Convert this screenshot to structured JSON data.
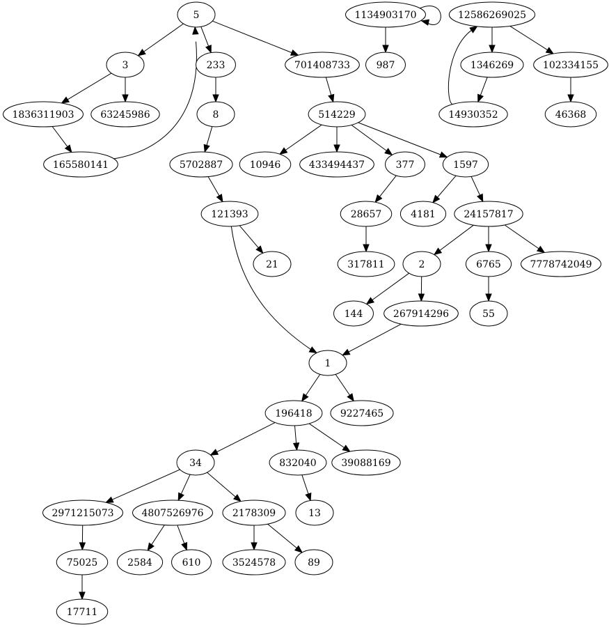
{
  "graph": {
    "directed": true,
    "nodes": [
      {
        "id": "n5",
        "label": "5"
      },
      {
        "id": "n3",
        "label": "3"
      },
      {
        "id": "n233",
        "label": "233"
      },
      {
        "id": "n701408733",
        "label": "701408733"
      },
      {
        "id": "n1836311903",
        "label": "1836311903"
      },
      {
        "id": "n63245986",
        "label": "63245986"
      },
      {
        "id": "n165580141",
        "label": "165580141"
      },
      {
        "id": "n8",
        "label": "8"
      },
      {
        "id": "n5702887",
        "label": "5702887"
      },
      {
        "id": "n121393",
        "label": "121393"
      },
      {
        "id": "n21",
        "label": "21"
      },
      {
        "id": "n514229",
        "label": "514229"
      },
      {
        "id": "n10946",
        "label": "10946"
      },
      {
        "id": "n433494437",
        "label": "433494437"
      },
      {
        "id": "n377",
        "label": "377"
      },
      {
        "id": "n1597",
        "label": "1597"
      },
      {
        "id": "n28657",
        "label": "28657"
      },
      {
        "id": "n317811",
        "label": "317811"
      },
      {
        "id": "n4181",
        "label": "4181"
      },
      {
        "id": "n24157817",
        "label": "24157817"
      },
      {
        "id": "n2",
        "label": "2"
      },
      {
        "id": "n6765",
        "label": "6765"
      },
      {
        "id": "n7778742049",
        "label": "7778742049"
      },
      {
        "id": "n144",
        "label": "144"
      },
      {
        "id": "n267914296",
        "label": "267914296"
      },
      {
        "id": "n55",
        "label": "55"
      },
      {
        "id": "n1134903170",
        "label": "1134903170"
      },
      {
        "id": "n987",
        "label": "987"
      },
      {
        "id": "n12586269025",
        "label": "12586269025"
      },
      {
        "id": "n1346269",
        "label": "1346269"
      },
      {
        "id": "n102334155",
        "label": "102334155"
      },
      {
        "id": "n14930352",
        "label": "14930352"
      },
      {
        "id": "n46368",
        "label": "46368"
      },
      {
        "id": "n1",
        "label": "1"
      },
      {
        "id": "n196418",
        "label": "196418"
      },
      {
        "id": "n9227465",
        "label": "9227465"
      },
      {
        "id": "n34",
        "label": "34"
      },
      {
        "id": "n832040",
        "label": "832040"
      },
      {
        "id": "n39088169",
        "label": "39088169"
      },
      {
        "id": "n2971215073",
        "label": "2971215073"
      },
      {
        "id": "n4807526976",
        "label": "4807526976"
      },
      {
        "id": "n2178309",
        "label": "2178309"
      },
      {
        "id": "n13",
        "label": "13"
      },
      {
        "id": "n75025",
        "label": "75025"
      },
      {
        "id": "n2584",
        "label": "2584"
      },
      {
        "id": "n610",
        "label": "610"
      },
      {
        "id": "n3524578",
        "label": "3524578"
      },
      {
        "id": "n89",
        "label": "89"
      },
      {
        "id": "n17711",
        "label": "17711"
      }
    ],
    "edges": [
      {
        "from": "n5",
        "to": "n3"
      },
      {
        "from": "n5",
        "to": "n233"
      },
      {
        "from": "n5",
        "to": "n701408733"
      },
      {
        "from": "n3",
        "to": "n1836311903"
      },
      {
        "from": "n3",
        "to": "n63245986"
      },
      {
        "from": "n1836311903",
        "to": "n165580141"
      },
      {
        "from": "n165580141",
        "to": "n5"
      },
      {
        "from": "n233",
        "to": "n8"
      },
      {
        "from": "n8",
        "to": "n5702887"
      },
      {
        "from": "n5702887",
        "to": "n121393"
      },
      {
        "from": "n121393",
        "to": "n21"
      },
      {
        "from": "n121393",
        "to": "n1"
      },
      {
        "from": "n701408733",
        "to": "n514229"
      },
      {
        "from": "n514229",
        "to": "n10946"
      },
      {
        "from": "n514229",
        "to": "n433494437"
      },
      {
        "from": "n514229",
        "to": "n377"
      },
      {
        "from": "n514229",
        "to": "n1597"
      },
      {
        "from": "n377",
        "to": "n28657"
      },
      {
        "from": "n28657",
        "to": "n317811"
      },
      {
        "from": "n1597",
        "to": "n4181"
      },
      {
        "from": "n1597",
        "to": "n24157817"
      },
      {
        "from": "n24157817",
        "to": "n2"
      },
      {
        "from": "n24157817",
        "to": "n6765"
      },
      {
        "from": "n24157817",
        "to": "n7778742049"
      },
      {
        "from": "n2",
        "to": "n144"
      },
      {
        "from": "n2",
        "to": "n267914296"
      },
      {
        "from": "n6765",
        "to": "n55"
      },
      {
        "from": "n267914296",
        "to": "n1"
      },
      {
        "from": "n1134903170",
        "to": "n1134903170"
      },
      {
        "from": "n1134903170",
        "to": "n987"
      },
      {
        "from": "n12586269025",
        "to": "n1346269"
      },
      {
        "from": "n12586269025",
        "to": "n102334155"
      },
      {
        "from": "n1346269",
        "to": "n14930352"
      },
      {
        "from": "n14930352",
        "to": "n12586269025"
      },
      {
        "from": "n102334155",
        "to": "n46368"
      },
      {
        "from": "n1",
        "to": "n196418"
      },
      {
        "from": "n1",
        "to": "n9227465"
      },
      {
        "from": "n196418",
        "to": "n34"
      },
      {
        "from": "n196418",
        "to": "n832040"
      },
      {
        "from": "n196418",
        "to": "n39088169"
      },
      {
        "from": "n34",
        "to": "n2971215073"
      },
      {
        "from": "n34",
        "to": "n4807526976"
      },
      {
        "from": "n34",
        "to": "n2178309"
      },
      {
        "from": "n832040",
        "to": "n13"
      },
      {
        "from": "n2971215073",
        "to": "n75025"
      },
      {
        "from": "n75025",
        "to": "n17711"
      },
      {
        "from": "n4807526976",
        "to": "n2584"
      },
      {
        "from": "n4807526976",
        "to": "n610"
      },
      {
        "from": "n2178309",
        "to": "n3524578"
      },
      {
        "from": "n2178309",
        "to": "n89"
      }
    ]
  }
}
